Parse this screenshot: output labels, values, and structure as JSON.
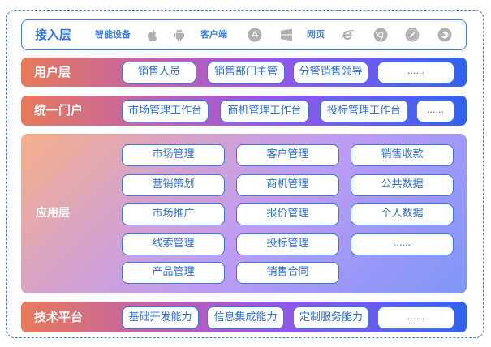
{
  "diagram": {
    "access_layer": {
      "title": "接入层",
      "smart_device_label": "智能设备",
      "client_label": "客户端",
      "web_label": "网页",
      "icons": [
        "apple-icon",
        "android-icon",
        "app-store-icon",
        "windows-icon",
        "ie-icon",
        "chrome-icon",
        "safari-icon",
        "firefox-icon"
      ]
    },
    "user_layer": {
      "title": "用户层",
      "items": [
        "销售人员",
        "销售部门主管",
        "分管销售领导",
        "......"
      ]
    },
    "portal_layer": {
      "title": "统一门户",
      "items": [
        "市场管理工作台",
        "商机管理工作台",
        "投标管理工作台",
        "......"
      ]
    },
    "app_layer": {
      "title": "应用层",
      "columns": [
        [
          "市场管理",
          "营销策划",
          "市场推广",
          "线索管理",
          "产品管理"
        ],
        [
          "客户管理",
          "商机管理",
          "报价管理",
          "投标管理",
          "销售合同"
        ],
        [
          "销售收款",
          "公共数据",
          "个人数据",
          "......"
        ]
      ]
    },
    "tech_layer": {
      "title": "技术平台",
      "items": [
        "基础开发能力",
        "信息集成能力",
        "定制服务能力",
        "......"
      ]
    },
    "colors": {
      "accent_blue": "#3a78e6",
      "gradient_start": "#e87a5a",
      "gradient_mid": "#9a57e6",
      "gradient_end": "#2f63f0",
      "icon_gray": "#b0b0b0"
    }
  }
}
